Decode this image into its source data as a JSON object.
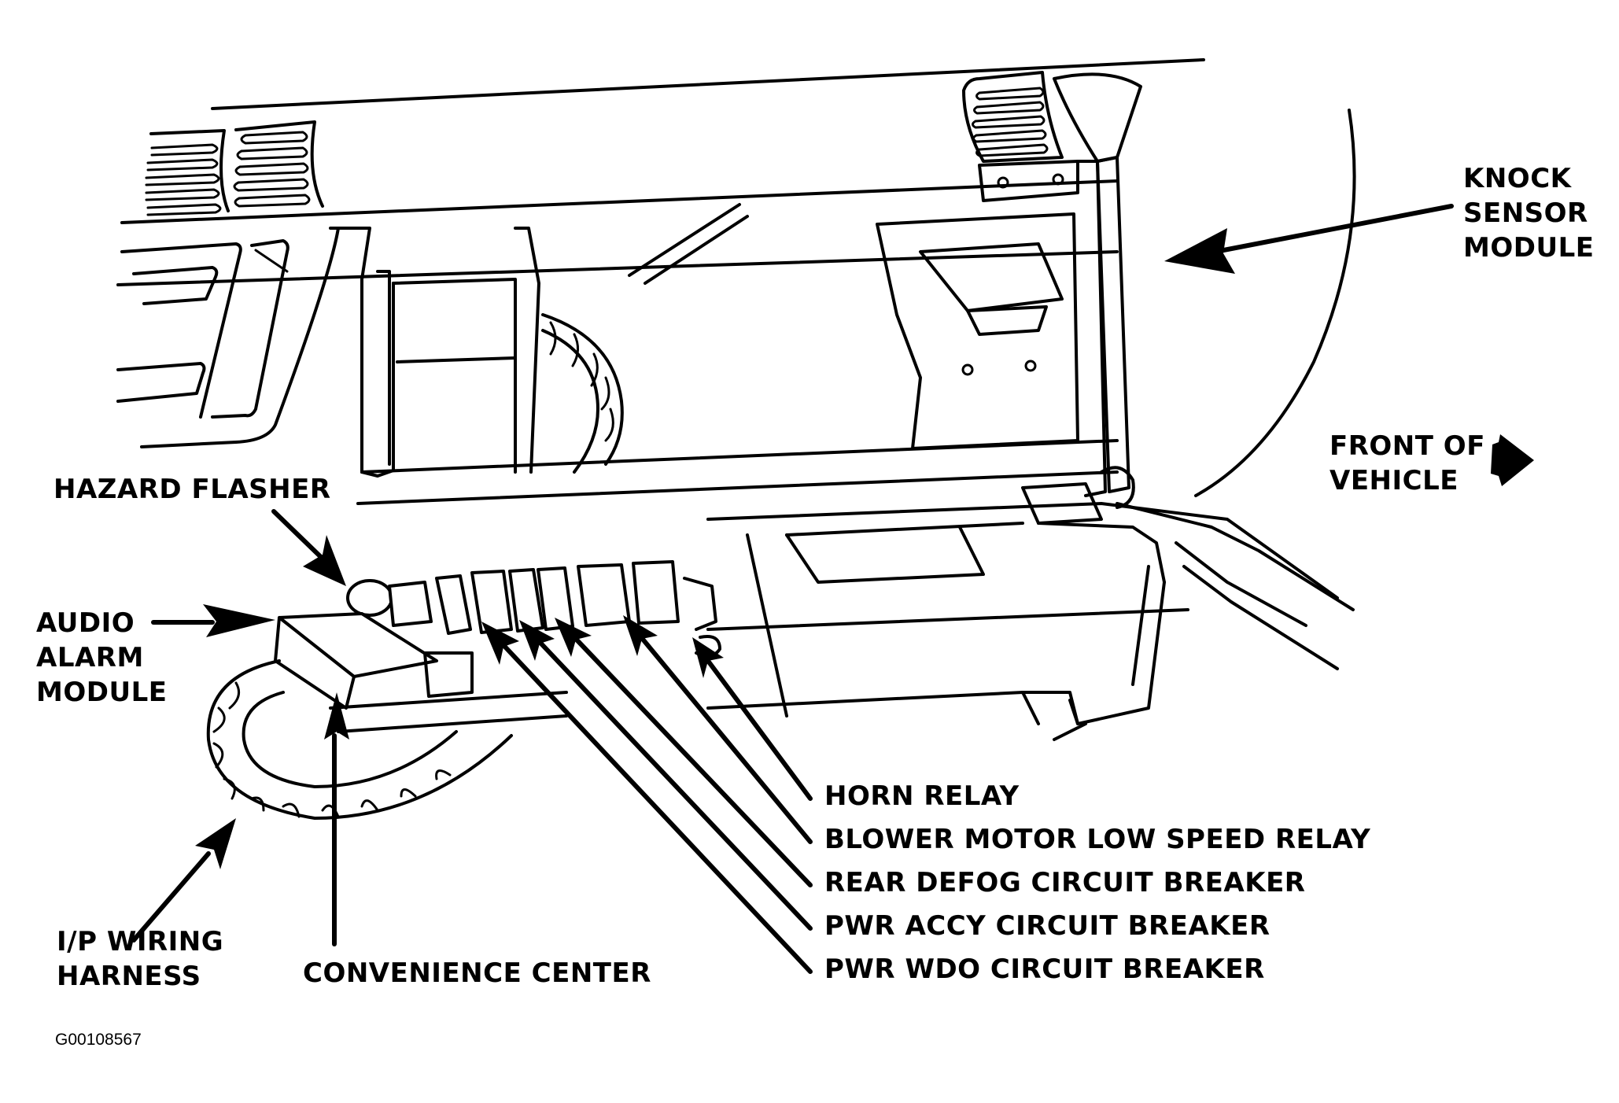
{
  "figure": {
    "title": "Instrument panel component locations",
    "figure_id": "G00108567",
    "labels": {
      "knock_sensor_module": [
        "KNOCK",
        "SENSOR",
        "MODULE"
      ],
      "front_of_vehicle": [
        "FRONT OF",
        "VEHICLE"
      ],
      "hazard_flasher": "HAZARD FLASHER",
      "audio_alarm_module": [
        "AUDIO",
        "ALARM",
        "MODULE"
      ],
      "ip_wiring_harness": [
        "I/P WIRING",
        "HARNESS"
      ],
      "convenience_center": "CONVENIENCE CENTER",
      "convenience_center_components": [
        "HORN RELAY",
        "BLOWER MOTOR LOW SPEED RELAY",
        "REAR DEFOG CIRCUIT BREAKER",
        "PWR ACCY CIRCUIT BREAKER",
        "PWR WDO CIRCUIT BREAKER"
      ]
    },
    "icons": {
      "front_direction": "right-arrow-icon"
    }
  }
}
